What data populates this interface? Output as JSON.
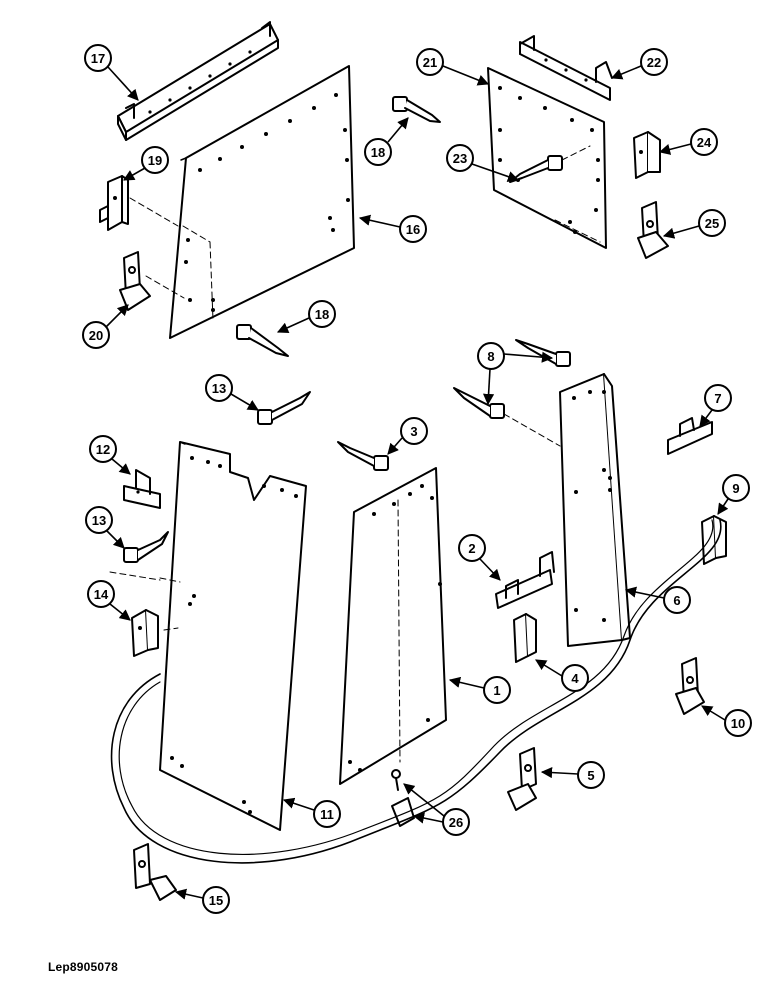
{
  "reference_code": "Lep8905078",
  "callouts": {
    "c1": "1",
    "c2": "2",
    "c3": "3",
    "c4": "4",
    "c5": "5",
    "c6": "6",
    "c7": "7",
    "c8": "8",
    "c9": "9",
    "c10": "10",
    "c11": "11",
    "c12": "12",
    "c13a": "13",
    "c13b": "13",
    "c14": "14",
    "c15": "15",
    "c16": "16",
    "c17": "17",
    "c18a": "18",
    "c18b": "18",
    "c19": "19",
    "c20": "20",
    "c21": "21",
    "c22": "22",
    "c23": "23",
    "c24": "24",
    "c25": "25",
    "c26": "26"
  }
}
